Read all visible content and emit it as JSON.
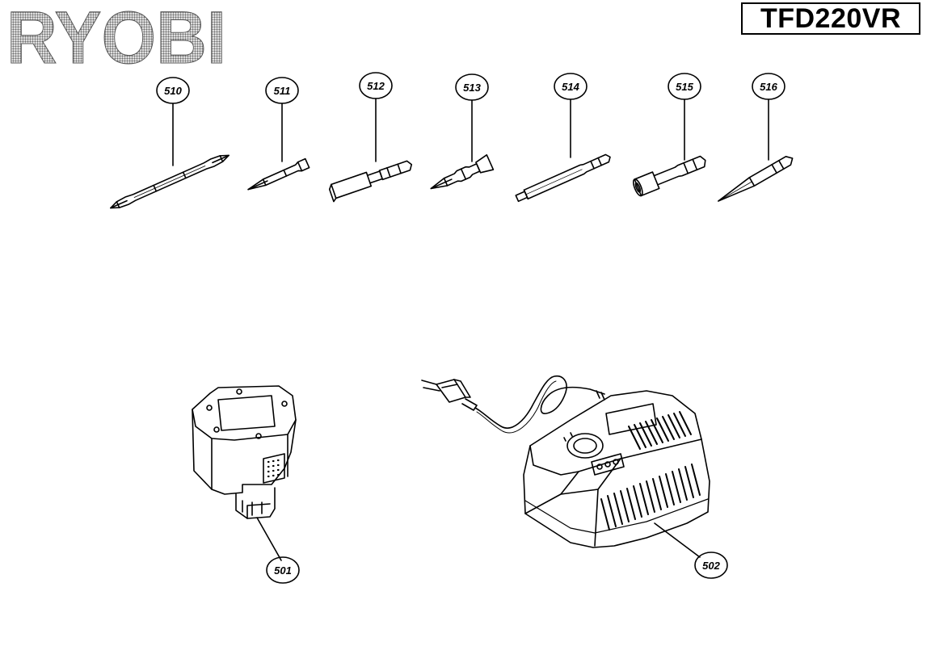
{
  "header": {
    "brand": "RYOBI",
    "model": "TFD220VR"
  },
  "parts": {
    "p510": "510",
    "p511": "511",
    "p512": "512",
    "p513": "513",
    "p514": "514",
    "p515": "515",
    "p516": "516",
    "p501": "501",
    "p502": "502"
  },
  "colors": {
    "ink": "#000000",
    "logo_fill": "#8a8a8a"
  }
}
